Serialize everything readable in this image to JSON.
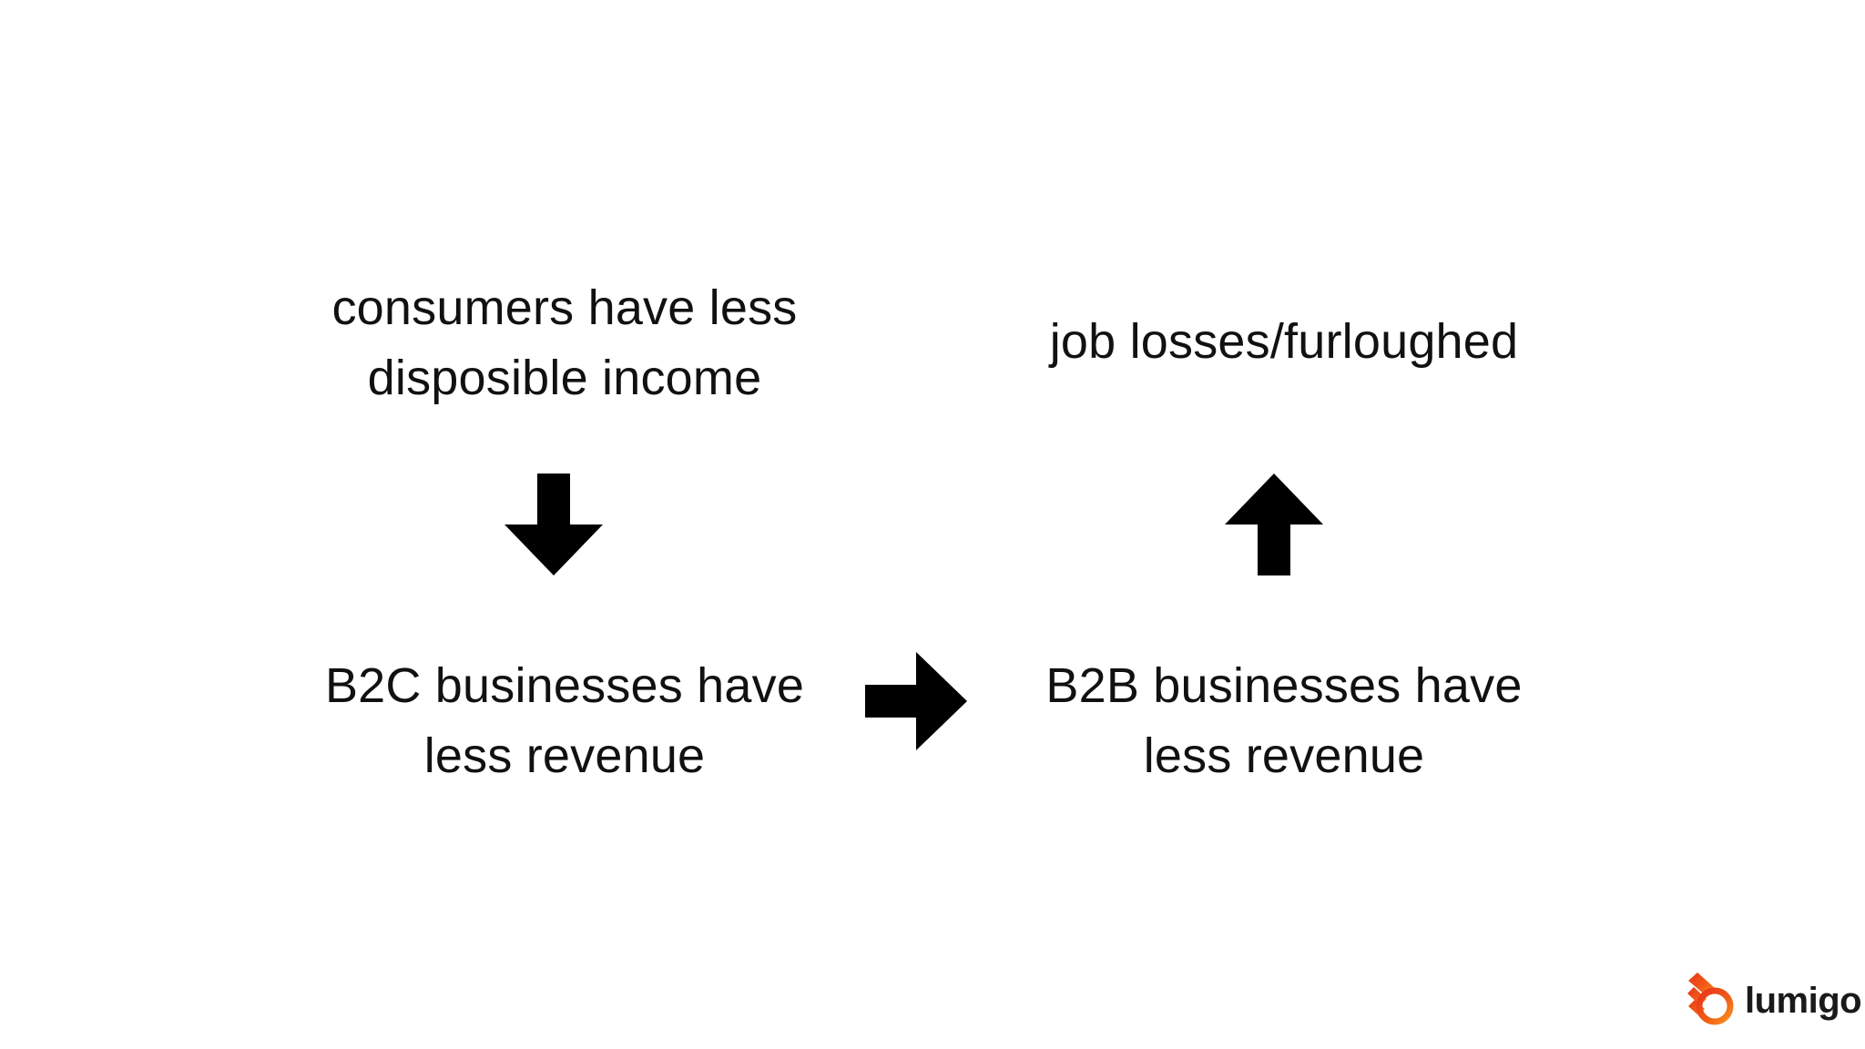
{
  "slide": {
    "background_color": "#ffffff",
    "text_color": "#111111",
    "arrow_color": "#000000"
  },
  "diagram": {
    "nodes": [
      {
        "id": "consumers-income",
        "text": "consumers have less\ndisposible income",
        "lines": [
          "consumers have less",
          "disposible income"
        ],
        "position": "top-left"
      },
      {
        "id": "job-losses",
        "text": "job losses/furloughed",
        "lines": [
          "job losses/furloughed"
        ],
        "position": "top-right"
      },
      {
        "id": "b2c-revenue",
        "text": "B2C businesses have\nless revenue",
        "lines": [
          "B2C businesses have",
          "less revenue"
        ],
        "position": "bottom-left"
      },
      {
        "id": "b2b-revenue",
        "text": "B2B businesses have\nless revenue",
        "lines": [
          "B2B businesses have",
          "less revenue"
        ],
        "position": "bottom-right"
      }
    ],
    "connectors": [
      {
        "id": "arrow-down",
        "icon": "arrow-down-icon",
        "direction": "down",
        "from": "consumers-income",
        "to": "b2c-revenue"
      },
      {
        "id": "arrow-right",
        "icon": "arrow-right-icon",
        "direction": "right",
        "from": "b2c-revenue",
        "to": "b2b-revenue"
      },
      {
        "id": "arrow-up",
        "icon": "arrow-up-icon",
        "direction": "up",
        "from": "b2b-revenue",
        "to": "job-losses"
      }
    ]
  },
  "branding": {
    "name": "lumigo",
    "mark_icon": "lumigo-comet-icon",
    "mark_color_start": "#e8331c",
    "mark_color_end": "#f58220",
    "wordmark_color": "#1a1a1a"
  }
}
